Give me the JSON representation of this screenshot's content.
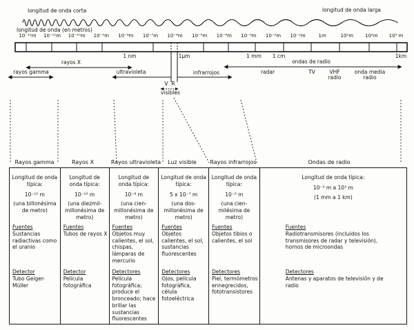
{
  "top": {
    "short_label": "longitud de onda corta",
    "long_label": "longitud de onda larga",
    "axis_label": "longitud de onda (en metros)",
    "scale_ticks": [
      "10⁻¹²m",
      "10⁻¹¹m",
      "10⁻¹⁰m",
      "10⁻⁹m",
      "10⁻⁸m",
      "10⁻⁷m",
      "10⁻⁶m",
      "10⁻⁵m",
      "10⁻⁴m",
      "10⁻³m",
      "10⁻²m",
      "10⁻¹m",
      "1m",
      "10¹m",
      "10²m",
      "10³ m"
    ],
    "unit_marks": [
      "1 nm",
      "1µm",
      "1 mm",
      "1 cm",
      "1km"
    ]
  },
  "bands": {
    "gamma": "rayos gamma",
    "xrays": "rayos X",
    "uv": "ultravioleta",
    "ir": "infrarrojos",
    "radio": "ondas de radio",
    "radar": "radar",
    "tv": "TV",
    "vhf_line1": "VHF",
    "vhf_line2": "radio",
    "am_line1": "onda media",
    "am_line2": "radio",
    "visible_v": "V",
    "visible_r": "R",
    "visible": "visibles"
  },
  "table": {
    "columns": [
      {
        "header": "Rayos gamma",
        "typical_label": "Longitud de onda típica:",
        "wavelength": "10⁻¹² m",
        "note": "(una billonésima de metro)",
        "sources_label": "Fuentes",
        "sources": "Sustancias radiactivas como el uranio",
        "detectors_label": "Detector",
        "detectors": "Tubo Geiger-Müller"
      },
      {
        "header": "Rayos X",
        "typical_label": "Longitud de onda típica:",
        "wavelength": "10⁻¹⁰ m",
        "note": "(una diezmil-millonésima de metro)",
        "sources_label": "Fuentes",
        "sources": "Tubos de rayos X",
        "detectors_label": "Detector",
        "detectors": "Película fotográfica"
      },
      {
        "header": "Rayos ultravioleta",
        "typical_label": "Longitud de onda típica:",
        "wavelength": "10⁻⁸ m",
        "note": "(una cien-millonésima de metro)",
        "sources_label": "Fuentes",
        "sources": "Objetos muy calientes, el sol, chispas, lámparas de mercurio",
        "detectors_label": "Detectores",
        "detectors": "Película fotográfica; produce el bronceado; hace brillar las sustancias fluorescentes"
      },
      {
        "header": "Luz visible",
        "typical_label": "Longitud de onda típica:",
        "wavelength": "5 x 10⁻⁷ m",
        "note": "(una dos-millonésima de metro)",
        "sources_label": "Fuentes",
        "sources": "Objetos calientes, el sol, sustancias fluorescentes",
        "detectors_label": "Detectores",
        "detectors": "Ojos, película fotográfica, célula fotoeléctrica"
      },
      {
        "header": "Rayos infrarrojos",
        "typical_label": "Longitud de onda típica:",
        "wavelength": "10⁻⁵ m",
        "note": "(una cien-milésima de metro)",
        "sources_label": "Fuentes",
        "sources": "Objetos tibios o calientes, el sol",
        "detectors_label": "Detectores",
        "detectors": "Piel, termómetros ennegrecidos, fototransistores"
      },
      {
        "header": "Ondas de radio",
        "typical_label": "Longitud de onda típica:",
        "wavelength": "10⁻³ m a 10³ m",
        "note": "(1 mm a 1 km)",
        "sources_label": "Fuentes",
        "sources": "Radiotransmisores (incluidos los transmisores de radar y televisión), hornos de microondas",
        "detectors_label": "Detectores",
        "detectors": "Antenas y aparatos de televisión y de radio"
      }
    ]
  },
  "colors": {
    "ink": "#141414",
    "paper": "#fdfdfb"
  }
}
